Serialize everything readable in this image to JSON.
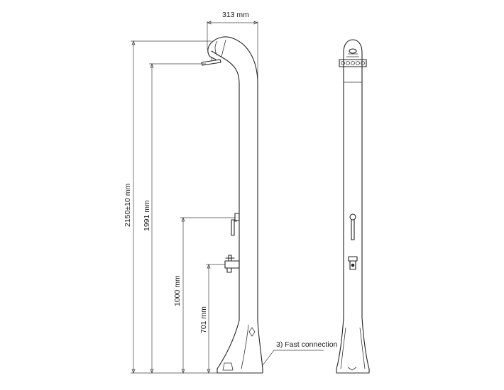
{
  "dimensions": {
    "width_top": "313 mm",
    "total_height": "2150±10 mm",
    "shower_head_height": "1991 mm",
    "mixer_height": "1000 mm",
    "tap_height": "701 mm"
  },
  "callout": {
    "label": "3) Fast connection"
  },
  "icons": {
    "front_view": "shower-front-view-icon",
    "side_view": "shower-side-view-icon"
  }
}
